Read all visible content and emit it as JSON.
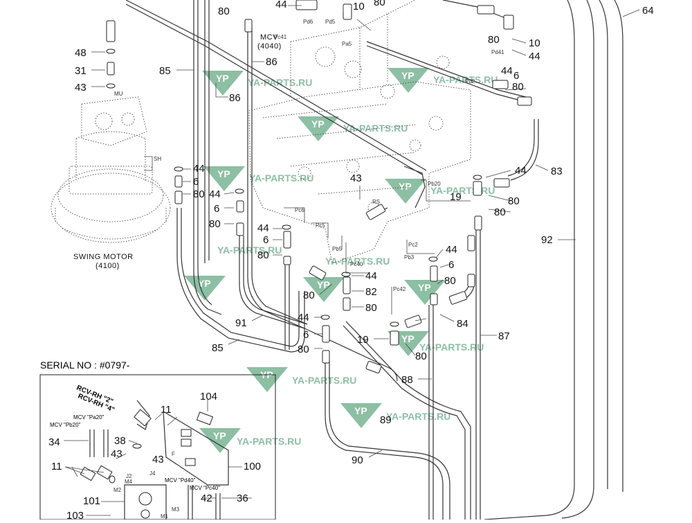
{
  "captions": {
    "mcv": "MCV",
    "mcv_code": "(4040)",
    "swing_motor": "SWING MOTOR",
    "swing_motor_code": "(4100)",
    "serial": "SERIAL NO : #0797-"
  },
  "watermark": "YA-PARTS.RU",
  "watermark_logo": "YP",
  "watermark_color": "#2e8b57",
  "callouts": [
    "80",
    "44",
    "10",
    "80",
    "48",
    "31",
    "43",
    "85",
    "86",
    "86",
    "44",
    "6",
    "44",
    "80",
    "6",
    "80",
    "44",
    "6",
    "80",
    "43",
    "44",
    "6",
    "44",
    "19",
    "80",
    "80",
    "83",
    "92",
    "44",
    "6",
    "80",
    "82",
    "80",
    "44",
    "84",
    "80",
    "80",
    "91",
    "6",
    "44",
    "19",
    "80",
    "85",
    "80",
    "87",
    "88",
    "89",
    "90",
    "104",
    "11",
    "38",
    "34",
    "43",
    "43",
    "11",
    "100",
    "101",
    "42",
    "36",
    "103",
    "64",
    "80",
    "10",
    "44"
  ],
  "ports": [
    "Pd6",
    "Pd5",
    "Pc41",
    "Pa5",
    "Pd41",
    "Pb2",
    "MU",
    "SH",
    "Pc6",
    "Pc5",
    "RS",
    "Pb20",
    "Pc2",
    "Pb3",
    "Pb5",
    "Pc40",
    "Pc42",
    "J2",
    "J4",
    "M2",
    "M4",
    "M3",
    "M1",
    "F"
  ],
  "inset": {
    "rcv_rh_2": "RCV-RH \"2\"",
    "rcv_rh_4": "RCV-RH \"4\"",
    "mcv_pa20": "MCV \"Pa20\"",
    "mcv_pb20": "MCV \"Pb20\"",
    "mcv_pd40": "MCV \"Pd40\"",
    "mcv_pc40": "MCV \"Pc40\""
  }
}
